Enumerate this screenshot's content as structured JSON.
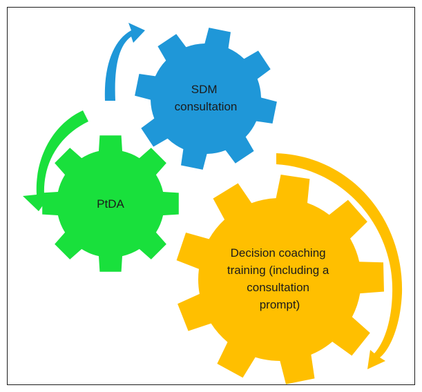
{
  "gears": [
    {
      "id": "sdm",
      "lines": [
        "SDM",
        "consultation"
      ],
      "color": "#1F97D8"
    },
    {
      "id": "ptda",
      "lines": [
        "PtDA"
      ],
      "color": "#19E03C"
    },
    {
      "id": "coaching",
      "lines": [
        "Decision coaching",
        "training (including a",
        "consultation",
        "prompt)"
      ],
      "color": "#FFBF00"
    }
  ],
  "arrows": [
    {
      "id": "blue-arrow",
      "color": "#1F97D8",
      "icon": "curved-arrow-icon"
    },
    {
      "id": "green-arrow",
      "color": "#19E03C",
      "icon": "curved-arrow-icon"
    },
    {
      "id": "orange-arrow",
      "color": "#FFBF00",
      "icon": "curved-arrow-icon"
    }
  ]
}
